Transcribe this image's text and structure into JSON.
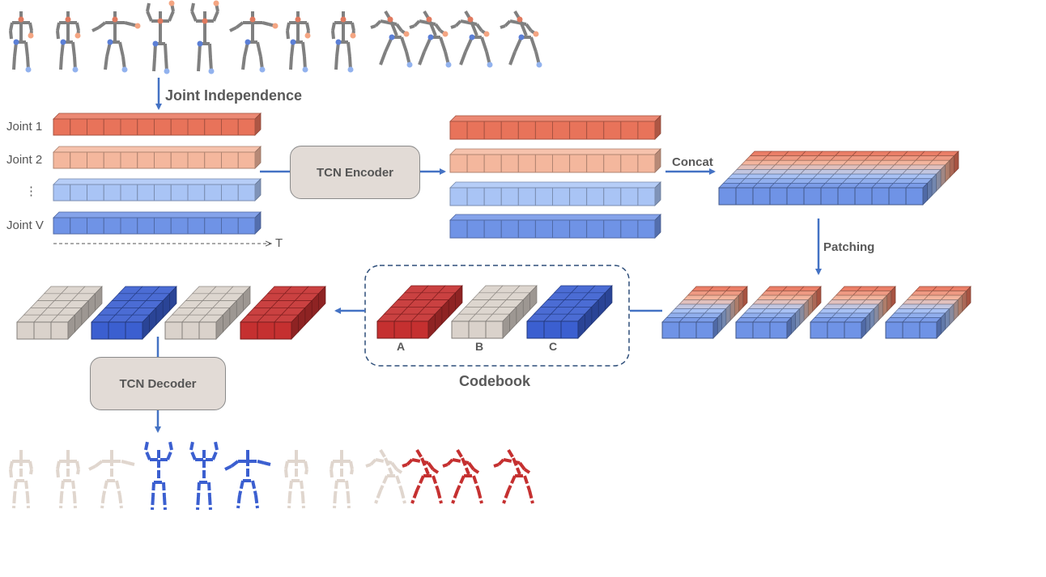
{
  "labels": {
    "joint_independence": "Joint Independence",
    "joint_rows": [
      "Joint 1",
      "Joint 2",
      "⋮",
      "Joint V"
    ],
    "time_axis": "T",
    "encoder": "TCN Encoder",
    "decoder": "TCN Decoder",
    "concat": "Concat",
    "patching": "Patching",
    "codebook": "Codebook",
    "codes": [
      "A",
      "B",
      "C"
    ]
  },
  "colors": {
    "joint1": "#e8735a",
    "joint2": "#f4b79d",
    "jointMid": "#a9c4f5",
    "jointV": "#6f93e6",
    "codeA": "#c53030",
    "codeB": "#dad2cb",
    "codeC": "#3b5fd0",
    "arrow": "#4472c4",
    "skeleton": "#808080",
    "skeletonHead": "#f4a582",
    "skeletonFoot": "#92b2ee"
  }
}
